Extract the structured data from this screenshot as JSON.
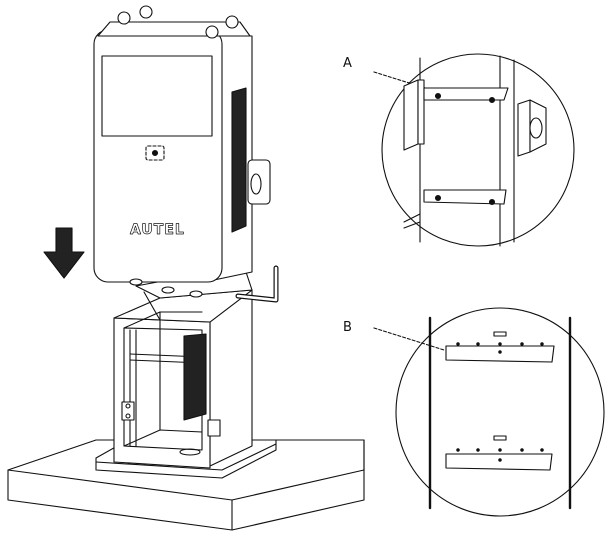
{
  "callouts": {
    "a": "A",
    "b": "B"
  },
  "brand_logo": "AUTEL",
  "icons": {
    "arrow": "down-arrow-icon"
  },
  "colors": {
    "stroke": "#111111",
    "fill": "#ffffff",
    "vent": "#222222"
  }
}
